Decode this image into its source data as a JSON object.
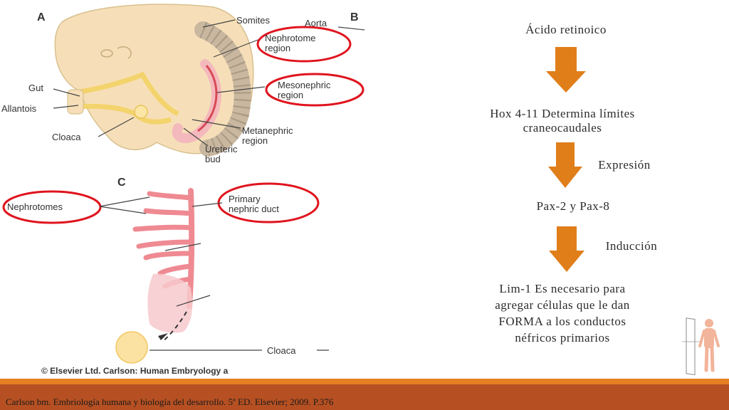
{
  "figure": {
    "panel_a": "A",
    "panel_b": "B",
    "panel_c": "C",
    "labels": {
      "somites": "Somites",
      "aorta": "Aorta",
      "nephrotome_region_1": "Nephrotome",
      "nephrotome_region_2": "region",
      "gut": "Gut",
      "allantois": "Allantois",
      "mesonephric_region_1": "Mesonephric",
      "mesonephric_region_2": "region",
      "cloaca_top": "Cloaca",
      "metanephric_region_1": "Metanephric",
      "metanephric_region_2": "region",
      "ureteric_bud_1": "Ureteric",
      "ureteric_bud_2": "bud",
      "nephrotomes": "Nephrotomes",
      "primary_duct_1": "Primary",
      "primary_duct_2": "nephric duct",
      "cloaca_bottom": "Cloaca"
    },
    "copyright": "© Elsevier Ltd. Carlson: Human Embryology a"
  },
  "flow": {
    "step1": "Ácido retinoico",
    "step2_line1": "Hox 4-11 Determina límites",
    "step2_line2": "craneocaudales",
    "label_expression": "Expresión",
    "step3": "Pax-2 y Pax-8",
    "label_induction": "Inducción",
    "step4_line1": "Lim-1 Es necesario para",
    "step4_line2": "agregar células que le dan",
    "step4_line3": "FORMA a los conductos",
    "step4_line4": "néfricos primarios"
  },
  "colors": {
    "arrow": "#e07e1a",
    "highlight_circle": "#e0141e",
    "footer_bar": "#b65022",
    "footer_stripe": "#e67e22"
  },
  "footer": {
    "citation": "Carlson bm. Embriología humana y biología del desarrollo. 5ª ED. Elsevier; 2009. P.376"
  }
}
